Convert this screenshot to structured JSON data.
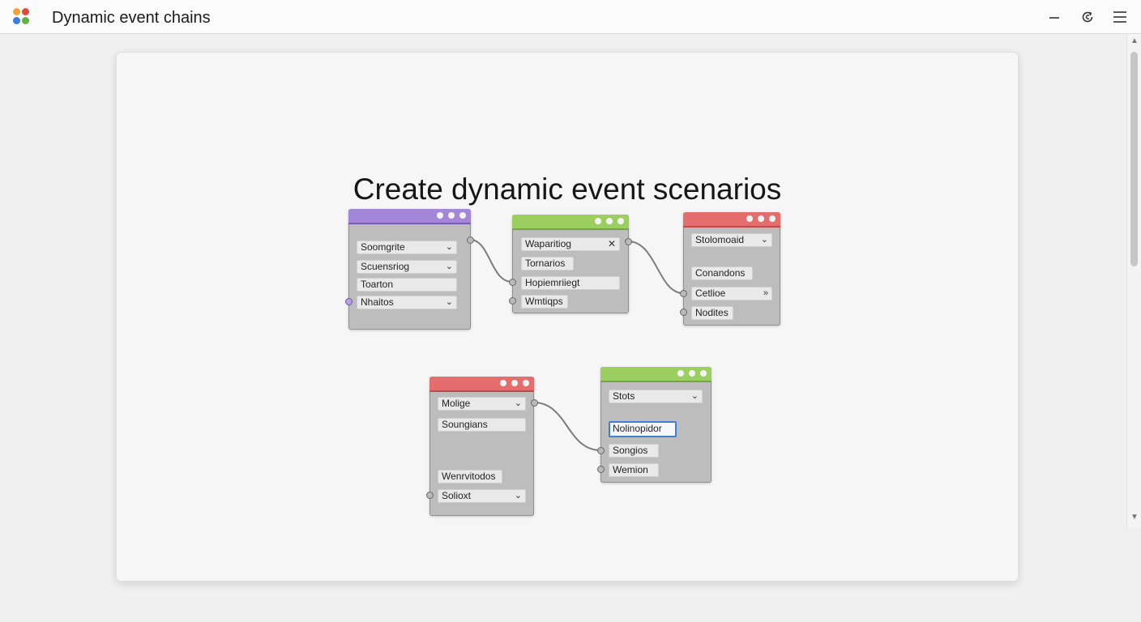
{
  "window": {
    "title": "Dynamic event chains",
    "logo_icon": "app-logo-icon",
    "controls": {
      "minimize_icon": "minimize-icon",
      "refresh_icon": "refresh-icon",
      "menu_icon": "hamburger-menu-icon"
    }
  },
  "main": {
    "headline": "Create dynamic event scenarios"
  },
  "colors": {
    "purple_header": "#a386d8",
    "green_header": "#9ccf5f",
    "red_header": "#e46d6d",
    "focus_border": "#3f7fd6"
  },
  "nodes": [
    {
      "id": "node-1",
      "header": "purple",
      "fields": [
        {
          "label": "Soomgrite",
          "control": "dropdown"
        },
        {
          "label": "Scuensriog",
          "control": "dropdown"
        },
        {
          "label": "Toarton",
          "control": "none"
        },
        {
          "label": "Nhaitos",
          "control": "dropdown"
        }
      ]
    },
    {
      "id": "node-2",
      "header": "green",
      "fields": [
        {
          "label": "Waparitiog",
          "control": "close"
        },
        {
          "label": "Tornarios",
          "control": "none"
        },
        {
          "label": "Hopiemriiegt",
          "control": "none"
        },
        {
          "label": "Wmtiqps",
          "control": "none"
        }
      ]
    },
    {
      "id": "node-3",
      "header": "red",
      "fields": [
        {
          "label": "Stolomoaid",
          "control": "dropdown"
        },
        {
          "label": "Conandons",
          "control": "none"
        },
        {
          "label": "Cetlioe",
          "control": "double-chevron"
        },
        {
          "label": "Nodites",
          "control": "none"
        }
      ]
    },
    {
      "id": "node-4",
      "header": "red",
      "fields": [
        {
          "label": "Molige",
          "control": "dropdown"
        },
        {
          "label": "Soungians",
          "control": "none"
        },
        {
          "label": "Wenrvitodos",
          "control": "none"
        },
        {
          "label": "Solioxt",
          "control": "dropdown"
        }
      ]
    },
    {
      "id": "node-5",
      "header": "green",
      "fields": [
        {
          "label": "Stots",
          "control": "dropdown"
        },
        {
          "label": "Nolinopidor",
          "control": "focused-input"
        },
        {
          "label": "Songios",
          "control": "none"
        },
        {
          "label": "Wemion",
          "control": "none"
        }
      ]
    }
  ]
}
